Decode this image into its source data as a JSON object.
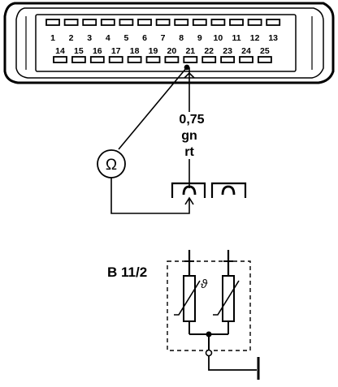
{
  "connector": {
    "top_row_numbers": [
      "1",
      "2",
      "3",
      "4",
      "5",
      "6",
      "7",
      "8",
      "9",
      "10",
      "11",
      "12",
      "13"
    ],
    "bottom_row_numbers": [
      "14",
      "15",
      "16",
      "17",
      "18",
      "19",
      "20",
      "21",
      "22",
      "23",
      "24",
      "25"
    ]
  },
  "wire": {
    "cross_section": "0,75",
    "color_1": "gn",
    "color_2": "rt"
  },
  "meter": {
    "symbol": "Ω"
  },
  "sensor": {
    "label": "B 11/2",
    "theta_symbol": "ϑ"
  },
  "colors": {
    "ink": "#000000",
    "background": "#ffffff"
  }
}
